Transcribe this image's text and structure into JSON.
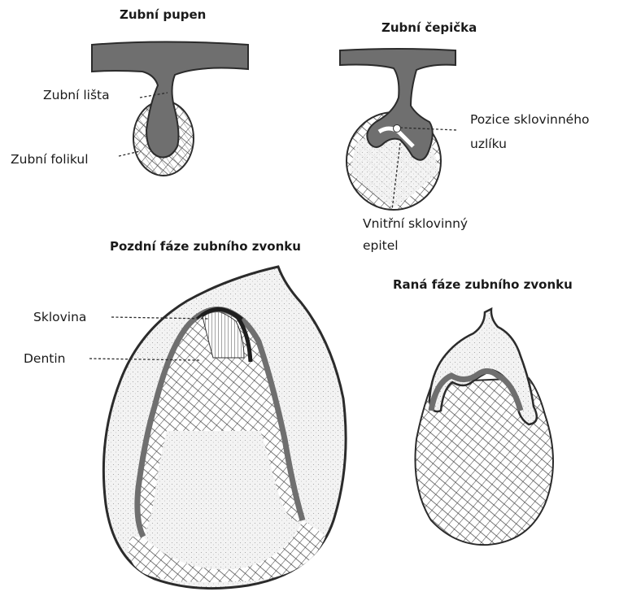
{
  "stages": {
    "bud": {
      "title": "Zubní pupen"
    },
    "cap": {
      "title": "Zubní čepička"
    },
    "late_bell": {
      "title": "Pozdní fáze zubního zvonku"
    },
    "early_bell": {
      "title": "Raná fáze zubního zvonku"
    }
  },
  "labels": {
    "dental_lamina": "Zubní lišta",
    "dental_follicle": "Zubní folikul",
    "enamel_knot_line1": "Pozice sklovinného",
    "enamel_knot_line2": "uzlíku",
    "inner_epithelium_line1": "Vnitřní sklovinný",
    "inner_epithelium_line2": "epitel",
    "enamel": "Sklovina",
    "dentin": "Dentin"
  },
  "colors": {
    "epithelium": "#6f6f6f",
    "outline": "#2b2b2b",
    "stippled_mesenchyme": "#ececec",
    "hatch": "#3a3a3a",
    "enamel": "#1e1e1e"
  }
}
